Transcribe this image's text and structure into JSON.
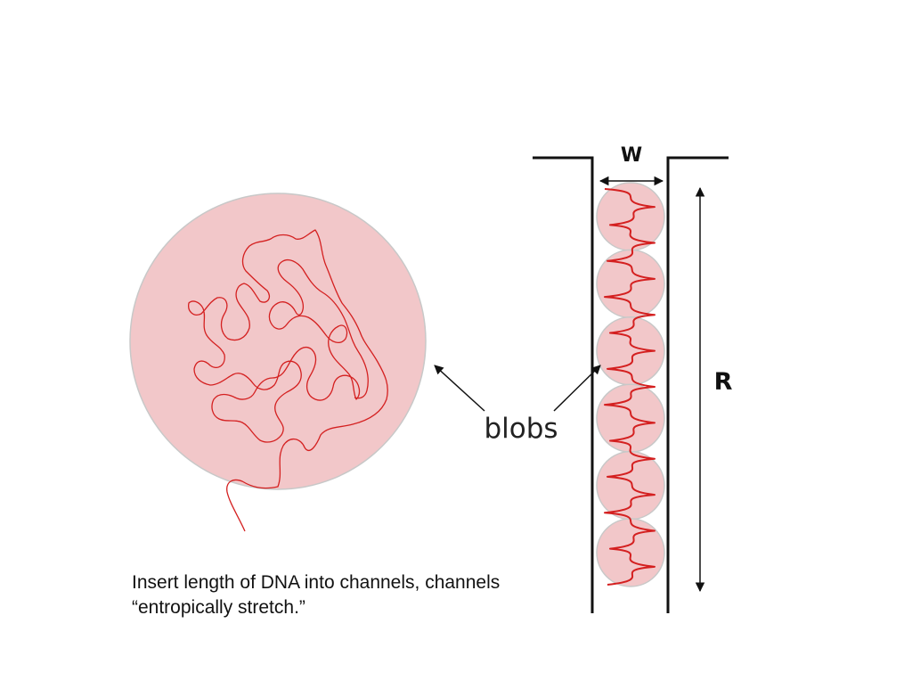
{
  "diagram": {
    "labels": {
      "width": "W",
      "length": "R",
      "blobs": "blobs"
    },
    "blob_count": 6,
    "colors": {
      "blob_fill": "#f2c7c9",
      "blob_stroke": "#c8c8c8",
      "chain": "#d42020",
      "channel": "#111111"
    }
  },
  "caption": {
    "line1": "Insert length of DNA into channels, channels",
    "line2": "“entropically stretch.”"
  }
}
